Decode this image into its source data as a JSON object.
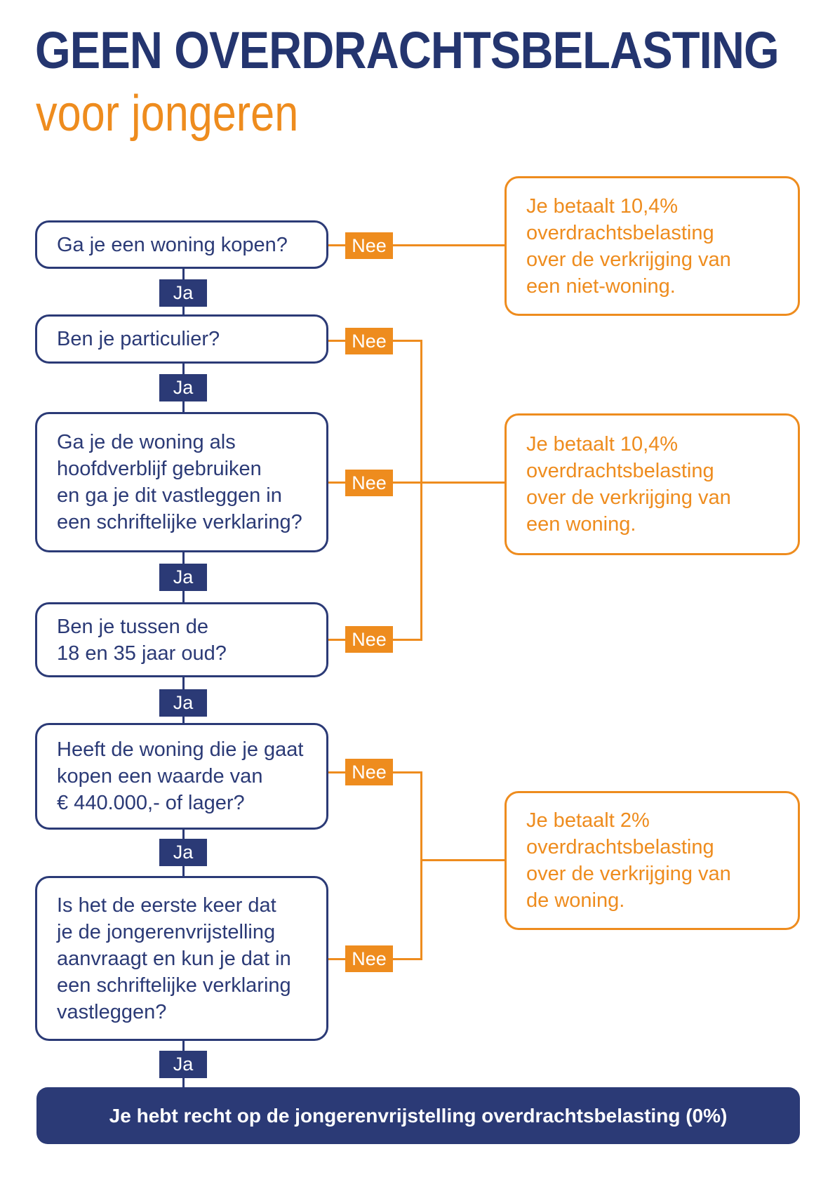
{
  "header": {
    "title": "GEEN OVERDRACHTSBELASTING",
    "subtitle": "voor jongeren"
  },
  "flow": {
    "yes_label": "Ja",
    "no_label": "Nee",
    "questions": [
      {
        "text": "Ga je een woning kopen?"
      },
      {
        "text": "Ben je particulier?"
      },
      {
        "text": "Ga je de woning als\nhoofdverblijf gebruiken\nen ga je dit vastleggen in\neen schriftelijke verklaring?"
      },
      {
        "text": "Ben je tussen de\n18 en 35 jaar oud?"
      },
      {
        "text": "Heeft de woning die je gaat\nkopen een waarde van\n€ 440.000,- of lager?"
      },
      {
        "text": "Is het de eerste keer dat\nje de jongerenvrijstelling\naanvraagt en kun je dat in\neen schriftelijke verklaring\nvastleggen?"
      }
    ],
    "outcomes": [
      {
        "text": "Je betaalt 10,4%\noverdrachtsbelasting\nover de verkrijging van\neen niet-woning."
      },
      {
        "text": "Je betaalt 10,4%\noverdrachtsbelasting\nover de verkrijging van\neen woning."
      },
      {
        "text": "Je betaalt 2%\noverdrachtsbelasting\nover de verkrijging van\nde woning."
      }
    ],
    "final_result": "Je hebt recht op de jongerenvrijstelling overdrachtsbelasting (0%)"
  },
  "colors": {
    "navy": "#2b3a76",
    "title-navy": "#24356f",
    "orange": "#ee8c1e"
  }
}
